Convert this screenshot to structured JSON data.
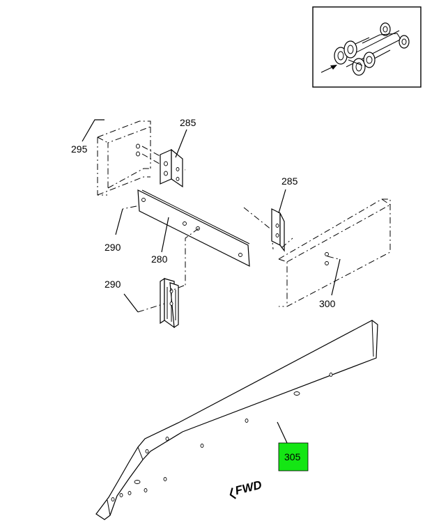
{
  "callouts": {
    "c295": "295",
    "c285a": "285",
    "c285b": "285",
    "c290a": "290",
    "c290b": "290",
    "c280": "280",
    "c300": "300",
    "c305": "305"
  },
  "direction_label": "FWD",
  "colors": {
    "highlight": "#14e614",
    "line": "#000000",
    "background": "#ffffff"
  }
}
